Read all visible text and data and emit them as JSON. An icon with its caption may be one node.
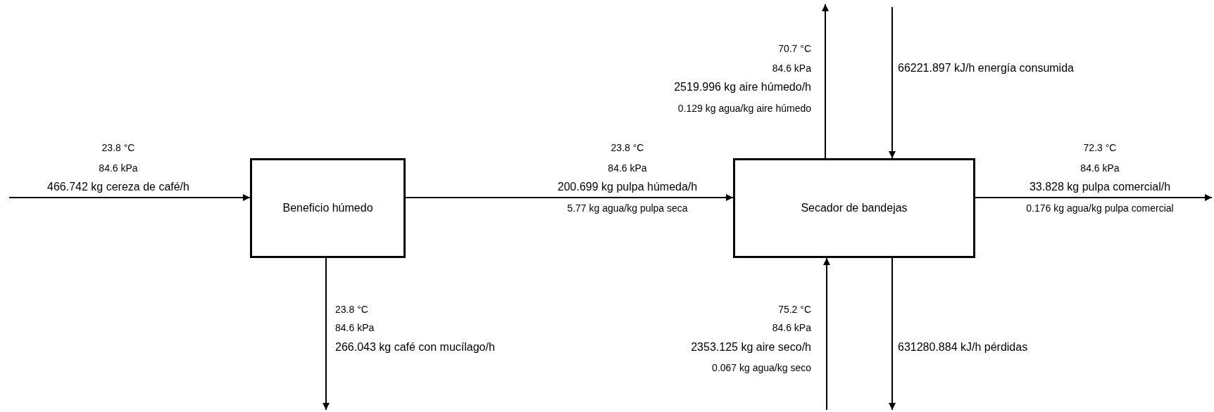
{
  "diagram": {
    "nodes": [
      {
        "text": [
          "Beneficio húmedo"
        ]
      },
      {
        "text": [
          "Secador de bandejas"
        ]
      }
    ],
    "edges": [
      {
        "from": null,
        "to": 0,
        "arrow": "to"
      },
      {
        "from": 0,
        "to": 1,
        "arrow": "to"
      },
      {
        "from": 0,
        "to": null,
        "arrow": "to"
      },
      {
        "from": 1,
        "to": null,
        "arrow": "to"
      },
      {
        "from": 1,
        "to": null,
        "arrow": "to"
      },
      {
        "from": null,
        "to": 1,
        "arrow": "to"
      },
      {
        "from": null,
        "to": 1,
        "arrow": "to"
      },
      {
        "from": 1,
        "to": null,
        "arrow": "to"
      }
    ],
    "labels": [
      "70.7 °C",
      "84.6 kPa",
      "2519.996 kg aire húmedo/h",
      "0.129 kg agua/kg aire húmedo",
      "66221.897 kJ/h energía consumida",
      "23.8 °C",
      "84.6 kPa",
      "466.742 kg cereza de café/h",
      "23.8 °C",
      "84.6 kPa",
      "200.699 kg pulpa húmeda/h",
      "72.3 °C",
      "84.6 kPa",
      "33.828 kg pulpa comercial/h",
      "5.77 kg agua/kg pulpa seca",
      "0.176 kg agua/kg pulpa comercial",
      "23.8 °C",
      "84.6 kPa",
      "266.043 kg café con mucílago/h",
      "75.2 °C",
      "84.6 kPa",
      "2353.125 kg aire seco/h",
      "631280.884 kJ/h pérdidas",
      "0.067 kg agua/kg seco"
    ]
  }
}
